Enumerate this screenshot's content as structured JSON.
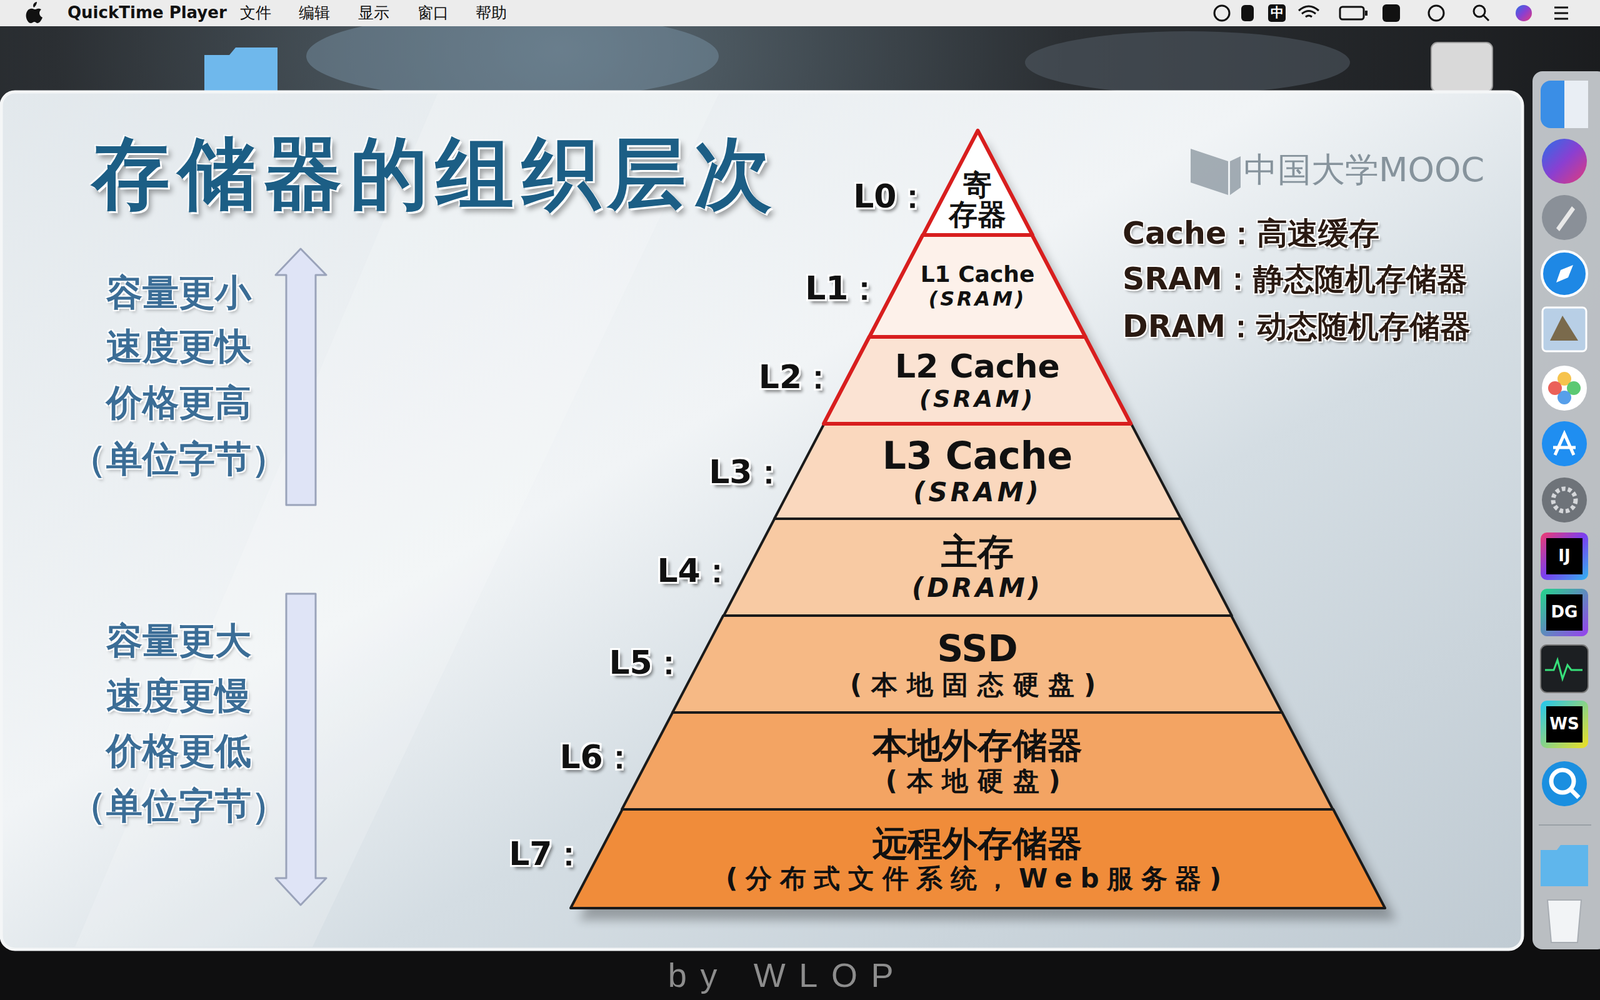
{
  "diagram": {
    "title": "存储器的组织层次",
    "nodes": [
      {
        "text": [
          "L0：",
          "寄 存器"
        ]
      },
      {
        "text": [
          "L1：",
          "L1 Cache",
          "(SRAM)"
        ]
      },
      {
        "text": [
          "L2：",
          "L2 Cache",
          "(SRAM)"
        ]
      },
      {
        "text": [
          "L3：",
          "L3 Cache",
          "(SRAM)"
        ]
      },
      {
        "text": [
          "L4：",
          "主存",
          "(DRAM)"
        ]
      },
      {
        "text": [
          "L5：",
          "SSD",
          "(本地固态硬盘)"
        ]
      },
      {
        "text": [
          "L6：",
          "本地外存储器",
          "(本地硬盘)"
        ]
      },
      {
        "text": [
          "L7：",
          "远程外存储器",
          "(分布式文件系统，Web服务器)"
        ]
      }
    ],
    "labels": [
      "QuickTime Player",
      "文件",
      "编辑",
      "显示",
      "窗口",
      "帮助",
      "中",
      "容量更小",
      "速度更快",
      "价格更高",
      "（单位字节）",
      "容量更大",
      "速度更慢",
      "价格更低",
      "（单位字节）",
      "Cache：高速缓存",
      "SRAM：静态随机存储器",
      "DRAM：动态随机存储器",
      "中国大学MOOC",
      "IJ",
      "DG",
      "WS",
      "by WLOP"
    ]
  }
}
